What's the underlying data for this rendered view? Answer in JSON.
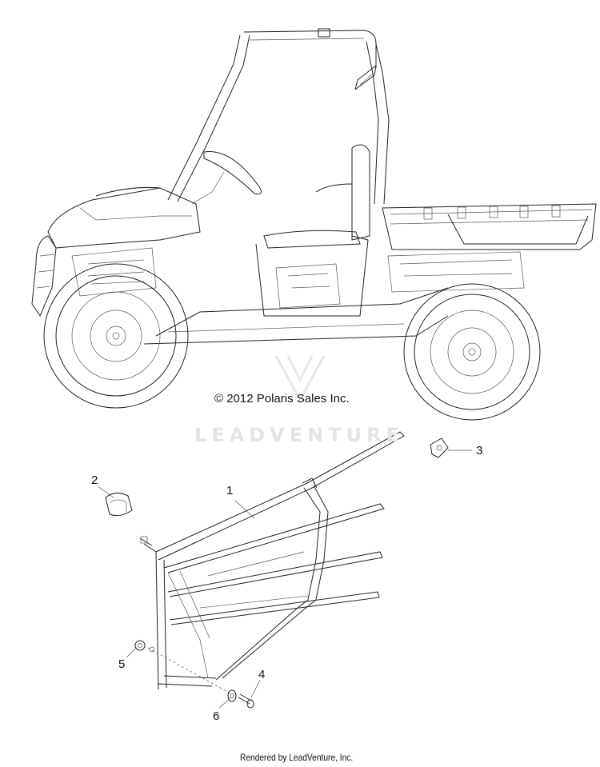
{
  "copyright": "© 2012 Polaris Sales Inc.",
  "watermark": "LEADVENTURE",
  "footer": "Rendered by LeadVenture, Inc.",
  "callouts": {
    "c1": "1",
    "c2": "2",
    "c3": "3",
    "c4": "4",
    "c5": "5",
    "c6": "6"
  }
}
